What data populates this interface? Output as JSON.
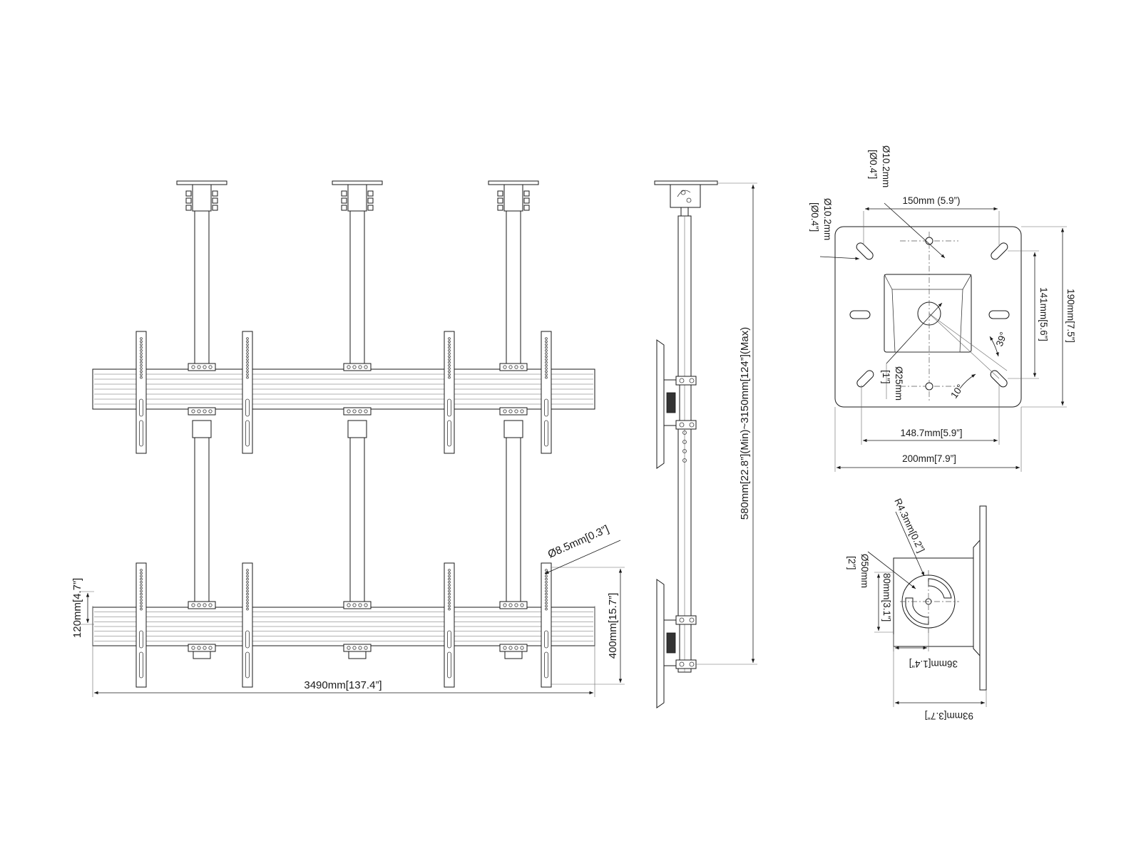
{
  "dimensions": {
    "total_width": "3490mm[137.4”]",
    "bar_height": "120mm[4.7”]",
    "vertical_spacing": "400mm[15.7”]",
    "hole_diameter": "Ø8.5mm[0.3”]",
    "pole_length": "580mm[22.8”](Min)~3150mm[124”](Max)",
    "plate_hole_top_mm": "Ø10.2mm",
    "plate_hole_top_in": "[Ø0.4”]",
    "plate_hole_side_mm": "Ø10.2mm",
    "plate_hole_side_in": "[Ø0.4”]",
    "plate_hole_spacing": "150mm (5.9”)",
    "plate_height": "190mm[7.5”]",
    "plate_slot_spacing_v": "141mm[5.6”]",
    "plate_angle_1": "39°",
    "plate_angle_2": "10°",
    "plate_center_hole_mm": "Ø25mm",
    "plate_center_hole_in": "[1”]",
    "plate_slot_spacing_h": "148.7mm[5.9”]",
    "plate_width": "200mm[7.9”]",
    "bracket_radius": "R4.3mm[0.2”]",
    "bracket_hole_mm": "Ø50mm",
    "bracket_hole_in": "[2”]",
    "bracket_height": "80mm[3.1”]",
    "bracket_offset": "36mm[1.4”]",
    "bracket_width": "93mm[3.7”]"
  }
}
